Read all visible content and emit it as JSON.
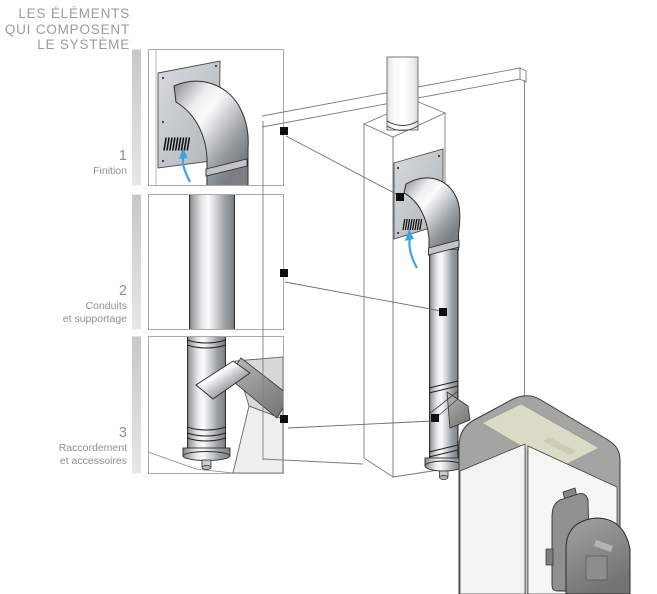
{
  "page": {
    "background": "#ffffff"
  },
  "title": {
    "line1": "LES ÉLÉMENTS",
    "line2": "QUI COMPOSENT",
    "line3": "LE SYSTÈME"
  },
  "legend": {
    "items": [
      {
        "number": "1",
        "label_line1": "Finition",
        "label_line2": ""
      },
      {
        "number": "2",
        "label_line1": "Conduits",
        "label_line2": "et supportage"
      },
      {
        "number": "3",
        "label_line1": "Raccordement",
        "label_line2": "et accessoires"
      }
    ]
  },
  "diagram": {
    "thumbnails": [
      {
        "id": 1,
        "depicts": "finishing-wall-plate-with-elbow-and-vent"
      },
      {
        "id": 2,
        "depicts": "straight-flue-duct-section"
      },
      {
        "id": 3,
        "depicts": "tee-connection-with-base-cap-and-boiler-corner"
      }
    ],
    "main_scene": {
      "depicts": "flue-system-on-wall-chimney-with-boiler-and-burner"
    },
    "colors": {
      "title_text": "#9b9b9b",
      "label_text": "#8f8f8f",
      "panel_border": "#a9a9a9",
      "side_bar": "#d2d2d2",
      "wall_outline": "#7d7d7d",
      "pipe_outline": "#2d2d2d",
      "metal_highlight": "#fafbfb",
      "metal_shadow": "#7f8387",
      "plate_gray": "#c3c8cd",
      "arrow_blue": "#41a2e2",
      "marker_black": "#0f0f0f",
      "boiler_band": "#a4a4a2",
      "boiler_top": "#dcdbc7",
      "boiler_body": "#f4f4f1",
      "burner_gray": "#8a8a88"
    }
  }
}
